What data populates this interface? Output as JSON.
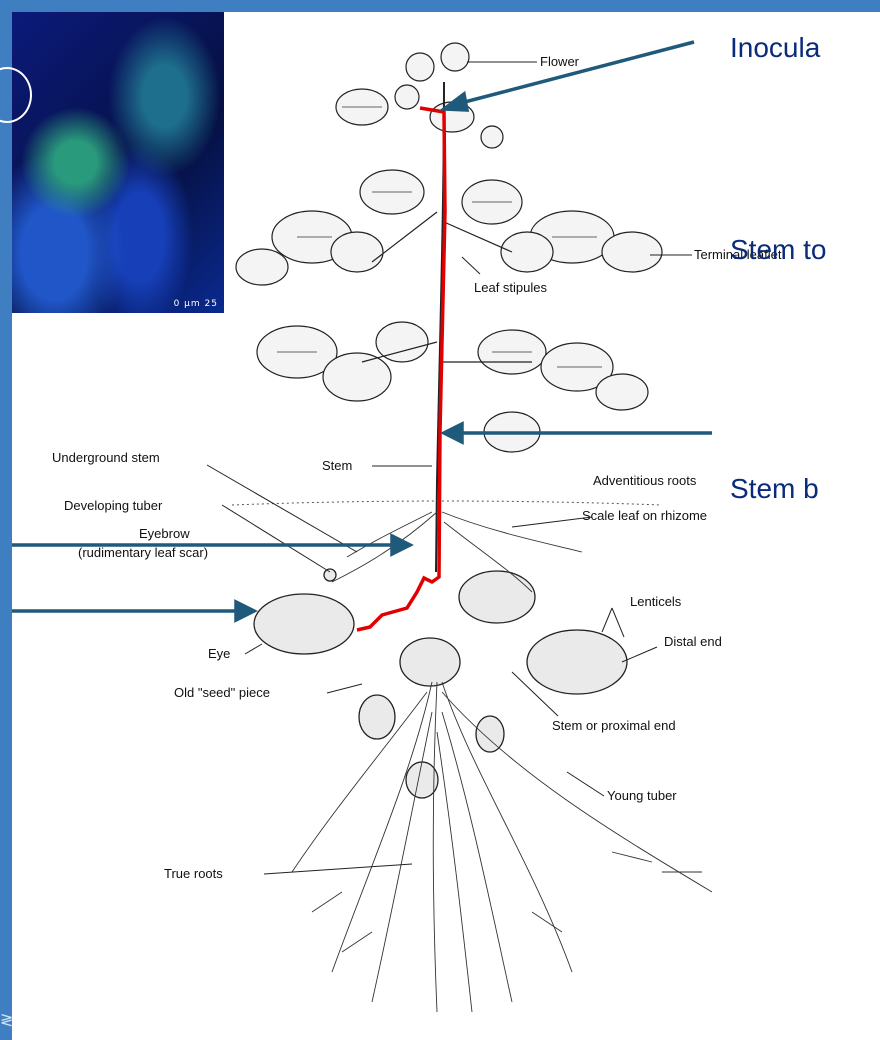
{
  "diagram": {
    "plant_labels": {
      "flower": "Flower",
      "terminal_leaflet": "Terminal leaflet",
      "leaf_stipules": "Leaf stipules",
      "underground_stem": "Underground stem",
      "stem": "Stem",
      "adventitious_roots": "Adventitious roots",
      "developing_tuber": "Developing tuber",
      "scale_leaf": "Scale leaf on rhizome",
      "eyebrow": "Eyebrow",
      "eyebrow_note": "(rudimentary leaf scar)",
      "lenticels": "Lenticels",
      "distal_end": "Distal end",
      "eye": "Eye",
      "old_seed_piece": "Old \"seed\" piece",
      "stem_proximal": "Stem or proximal end",
      "young_tuber": "Young tuber",
      "true_roots": "True roots"
    },
    "annotations": {
      "inoculation": "Inocula",
      "stem_top": "Stem to",
      "stem_base": "Stem b"
    },
    "micrograph_scale": "0   μm   25"
  },
  "colors": {
    "frame": "#3f7fc1",
    "annotation_text": "#0a2a7a",
    "arrow": "#1f5a7a",
    "path": "#e00000"
  }
}
